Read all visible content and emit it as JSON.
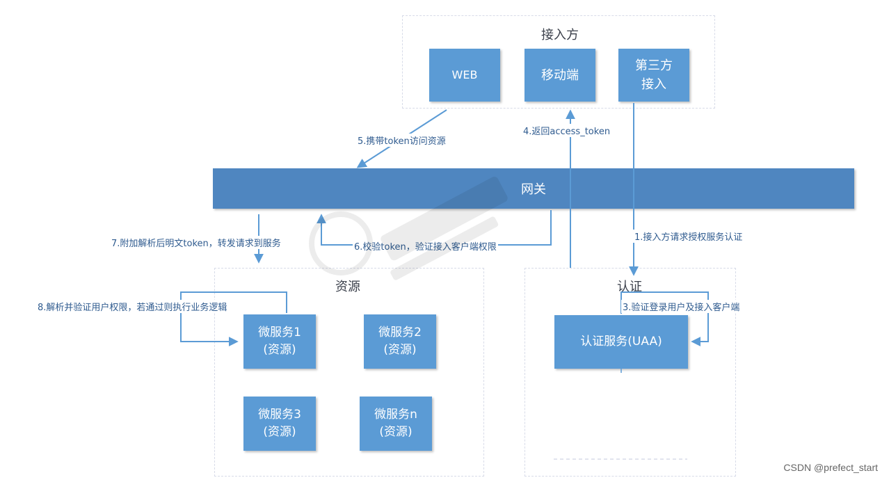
{
  "groups": {
    "access": {
      "title": "接入方"
    },
    "resource": {
      "title": "资源"
    },
    "auth": {
      "title": "认证"
    }
  },
  "clients": {
    "web": "WEB",
    "mobile": "移动端",
    "third_party_line1": "第三方",
    "third_party_line2": "接入"
  },
  "gateway": {
    "label": "网关"
  },
  "services": [
    {
      "line1": "微服务1",
      "line2": "(资源)"
    },
    {
      "line1": "微服务2",
      "line2": "(资源)"
    },
    {
      "line1": "微服务3",
      "line2": "(资源)"
    },
    {
      "line1": "微服务n",
      "line2": "(资源)"
    }
  ],
  "auth_service": {
    "label": "认证服务(UAA)"
  },
  "steps": {
    "s1": "1.接入方请求授权服务认证",
    "s3": "3.验证登录用户及接入客户端",
    "s4": "4.返回access_token",
    "s5": "5.携带token访问资源",
    "s6": "6.校验token，验证接入客户端权限",
    "s7": "7.附加解析后明文token，转发请求到服务",
    "s8": "8.解析并验证用户权限，若通过则执行业务逻辑"
  },
  "credit": "CSDN @prefect_start",
  "colors": {
    "box": "#5b9bd5",
    "gateway": "#4f86c0",
    "arrow": "#5b9bd5",
    "label": "#2f5b8f"
  }
}
